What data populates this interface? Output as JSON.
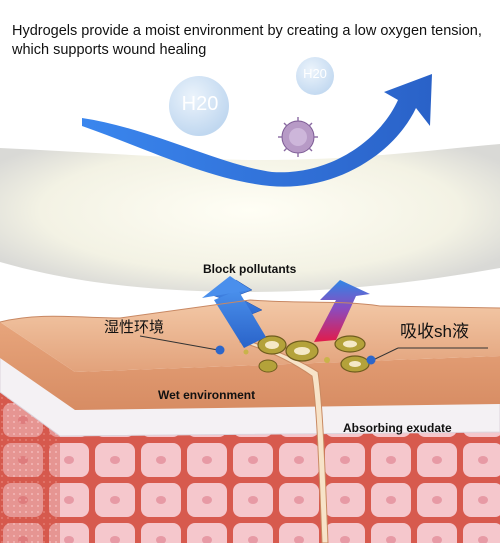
{
  "caption": "Hydrogels provide a moist environment by creating a low oxygen tension, which supports wound healing",
  "bubbles": {
    "h2o_large": "H20",
    "h2o_small": "H20"
  },
  "labels": {
    "block_pollutants": "Block pollutants",
    "wet_environment": "Wet environment",
    "absorbing_exudate": "Absorbing exudate",
    "chinese_left": "湿性环境",
    "chinese_right": "吸收sh液"
  },
  "colors": {
    "arrow_blue": "#2f6fd6",
    "arrow_gradient_red": "#e0204a",
    "dressing": "#f6f5ea",
    "skin_top": "#e9b28f",
    "dermis_cells": "#f3c2c8"
  }
}
